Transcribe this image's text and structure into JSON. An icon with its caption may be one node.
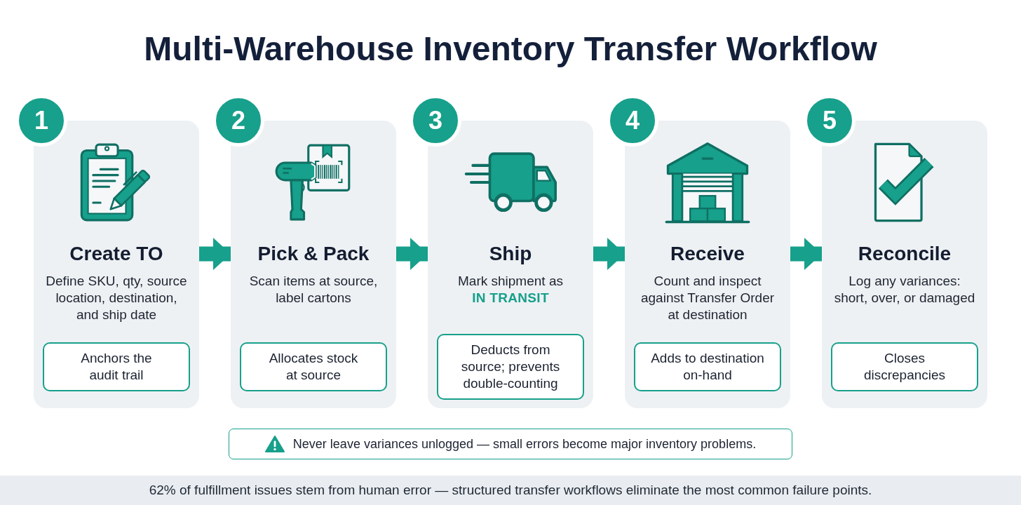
{
  "diagram": {
    "title": "Multi-Warehouse Inventory Transfer Workflow",
    "nodes": [
      {
        "text": [
          "1"
        ]
      },
      {
        "text": [
          "Create TO",
          "Define SKU, qty, source location, destination, and ship date"
        ]
      },
      {
        "text": [
          "Anchors the audit trail"
        ],
        "in": 1
      },
      {
        "text": [
          "2"
        ]
      },
      {
        "text": [
          "Pick & Pack",
          "Scan items at source, label cartons"
        ]
      },
      {
        "text": [
          "Allocates stock at source"
        ],
        "in": 4
      },
      {
        "text": [
          "3"
        ]
      },
      {
        "text": [
          "Ship",
          "Mark shipment as **IN TRANSIT**"
        ]
      },
      {
        "text": [
          "Deducts from source; prevents double-counting"
        ],
        "in": 7
      },
      {
        "text": [
          "4"
        ]
      },
      {
        "text": [
          "Receive",
          "Count and inspect against Transfer Order at destination"
        ]
      },
      {
        "text": [
          "Adds to destination on-hand"
        ],
        "in": 10
      },
      {
        "text": [
          "5"
        ]
      },
      {
        "text": [
          "Reconcile",
          "Log any variances: short, over, or damaged"
        ]
      },
      {
        "text": [
          "Closes discrepancies"
        ],
        "in": 13
      },
      {
        "text": [
          "Never leave variances unlogged — small errors become major inventory problems."
        ]
      },
      {
        "text": [
          "62% of fulfillment issues stem from human error — structured transfer workflows eliminate the most common failure points."
        ]
      }
    ],
    "edges": [
      {
        "from": 1,
        "to": 4,
        "arrow": "to"
      },
      {
        "from": 4,
        "to": 7,
        "arrow": "to"
      },
      {
        "from": 7,
        "to": 10,
        "arrow": "to"
      },
      {
        "from": 10,
        "to": 13,
        "arrow": "to"
      }
    ]
  }
}
